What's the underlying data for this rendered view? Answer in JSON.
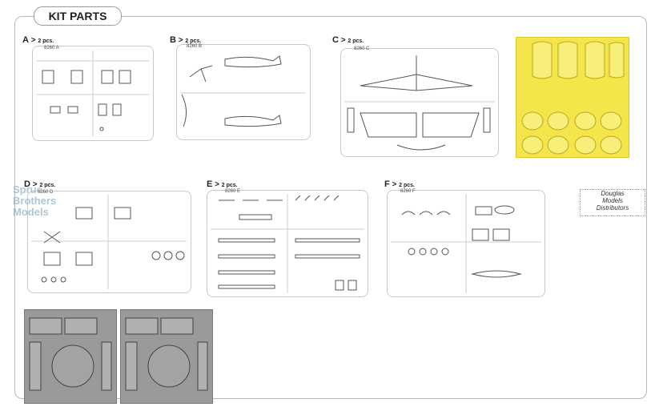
{
  "header": {
    "title": "KIT PARTS"
  },
  "sprues": [
    {
      "letter": "A",
      "qty": "2 pcs.",
      "code": "8260 A"
    },
    {
      "letter": "B",
      "qty": "2 pcs.",
      "code": "8260 B"
    },
    {
      "letter": "C",
      "qty": "2 pcs.",
      "code": "8260 C"
    },
    {
      "letter": "D",
      "qty": "2 pcs.",
      "code": "8260 D"
    },
    {
      "letter": "E",
      "qty": "2 pcs.",
      "code": "8260 E"
    },
    {
      "letter": "F",
      "qty": "2 pcs.",
      "code": "8260 F"
    }
  ],
  "watermark": {
    "line1": "Sprue",
    "line2": "Brothers",
    "line3": "Models"
  },
  "logo": {
    "line1": "Douglas",
    "line2": "Models",
    "line3": "Distributors"
  },
  "colors": {
    "mask": "#f4e64a",
    "photoetch": "#9a9a9a",
    "sprue_border": "#c9c9c9"
  }
}
